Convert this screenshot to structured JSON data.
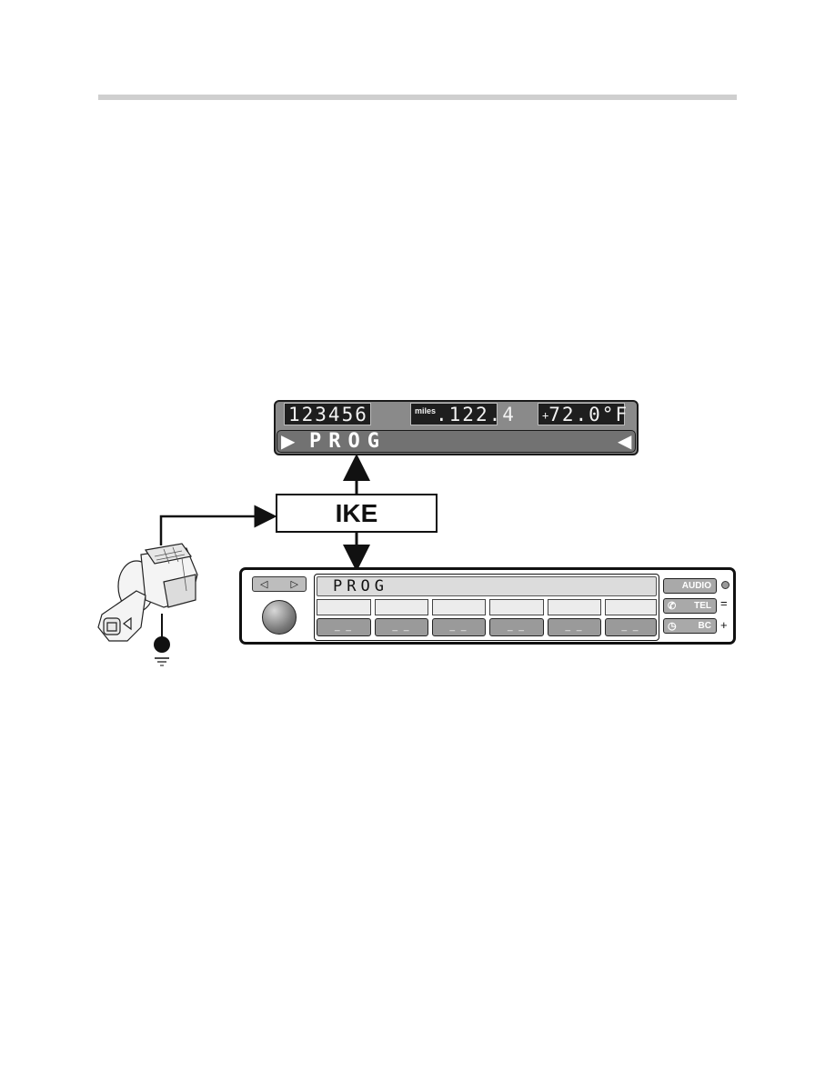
{
  "cluster": {
    "odometer": "123456",
    "trip_unit": "miles",
    "trip_value": ".122.4",
    "temp_sign": "+",
    "temperature": "72.0°F",
    "message": "PROG"
  },
  "module": {
    "label": "IKE"
  },
  "radio": {
    "screen_text": "PROG",
    "buttons": {
      "audio": "AUDIO",
      "tel": "TEL",
      "bc": "BC"
    },
    "side_symbols": {
      "equals": "=",
      "plus": "+"
    },
    "hardkey_label": "_ _"
  },
  "icons": {
    "left_arrow": "◁",
    "right_arrow": "▷",
    "cluster_left": "▶",
    "cluster_right": "◀",
    "phone": "✆",
    "clock": "◷"
  },
  "colors": {
    "cluster_bg": "#8a8a8a",
    "segment_bg": "#1e1e1e",
    "line": "#111111"
  }
}
